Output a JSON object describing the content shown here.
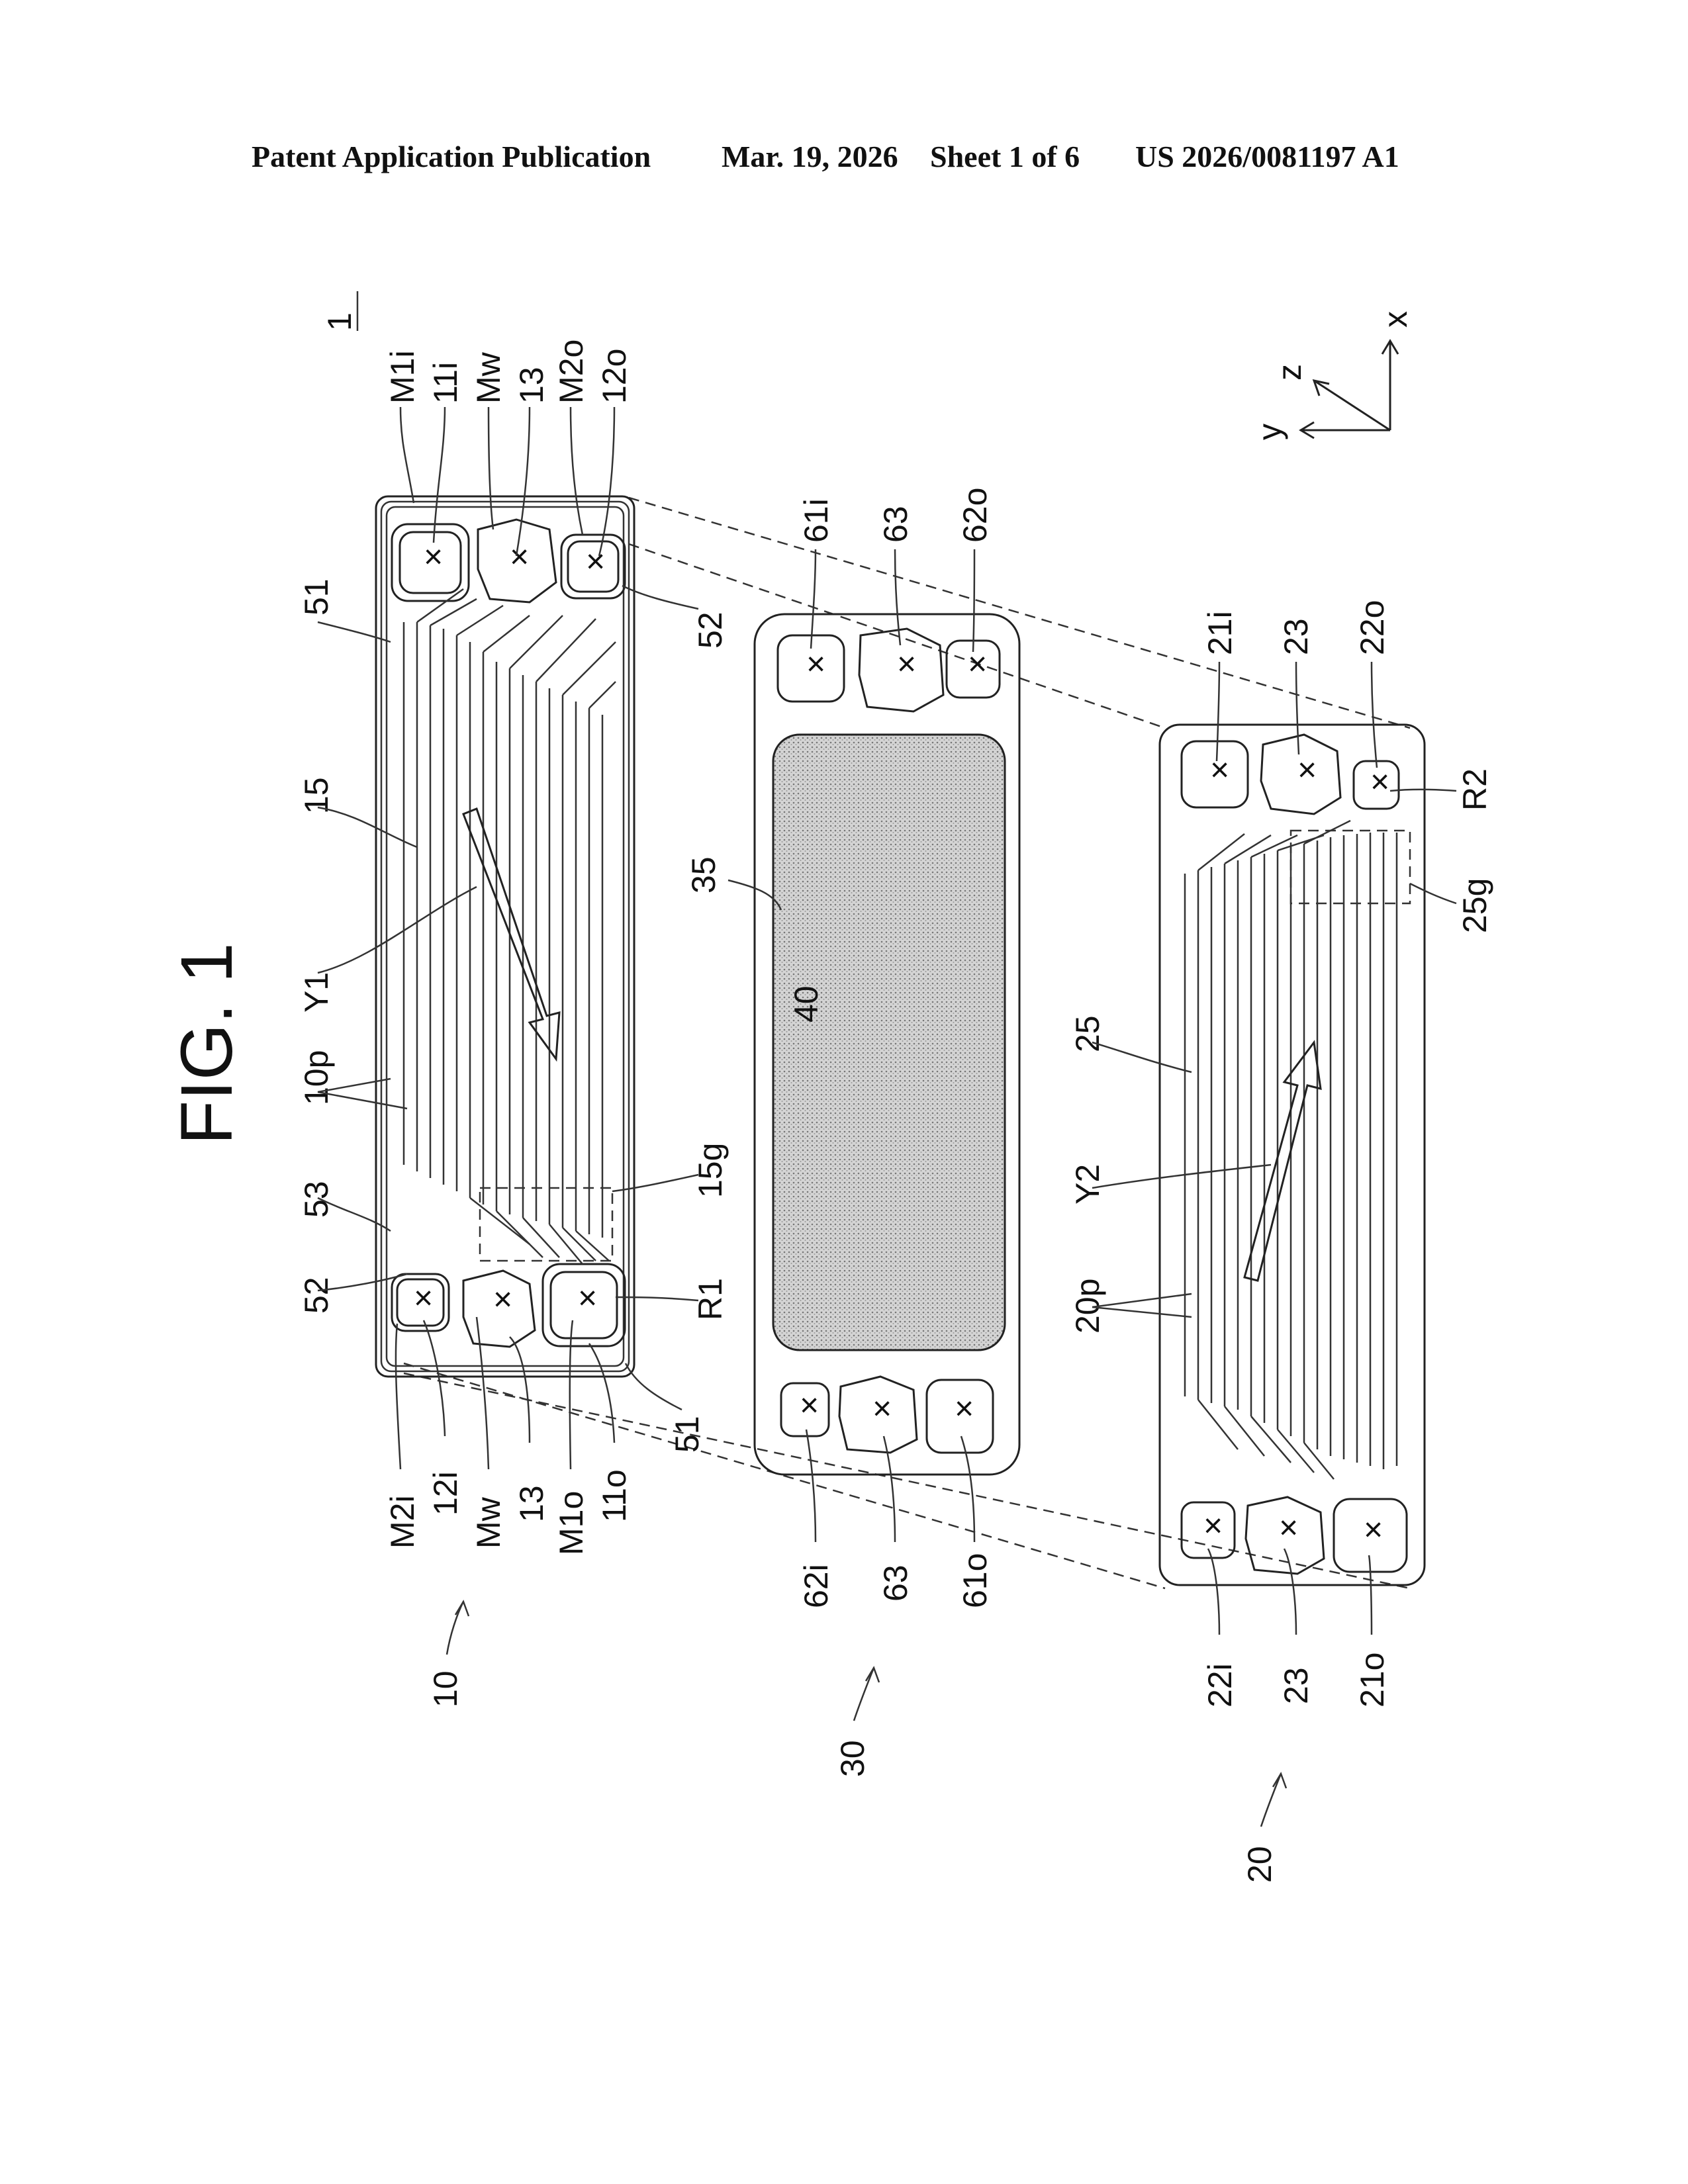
{
  "header": {
    "publication": "Patent Application Publication",
    "date": "Mar. 19, 2026",
    "sheet": "Sheet 1 of 6",
    "number": "US 2026/0081197 A1"
  },
  "figure": {
    "title": "FIG. 1"
  },
  "assembly_ref": "1",
  "axes": {
    "x": "x",
    "y": "y",
    "z": "z"
  },
  "plate10": {
    "ref": "10",
    "top_labels": [
      "M1i",
      "11i",
      "Mw",
      "13",
      "M2o",
      "12o"
    ],
    "left_labels": [
      "51",
      "15",
      "Y1",
      "10p",
      "53",
      "52"
    ],
    "right_labels": [
      "52",
      "15g",
      "R1",
      "51"
    ],
    "bottom_labels": [
      "M2i",
      "12i",
      "Mw",
      "13",
      "M1o",
      "11o"
    ]
  },
  "plate30": {
    "ref": "30",
    "top_labels": [
      "61i",
      "63",
      "62o"
    ],
    "center_labels": [
      "35",
      "40"
    ],
    "bottom_labels": [
      "62i",
      "63",
      "61o"
    ]
  },
  "plate20": {
    "ref": "20",
    "top_labels": [
      "21i",
      "23",
      "22o",
      "R2",
      "25g"
    ],
    "left_labels": [
      "25",
      "Y2",
      "20p"
    ],
    "bottom_labels": [
      "22i",
      "23",
      "21o"
    ]
  }
}
